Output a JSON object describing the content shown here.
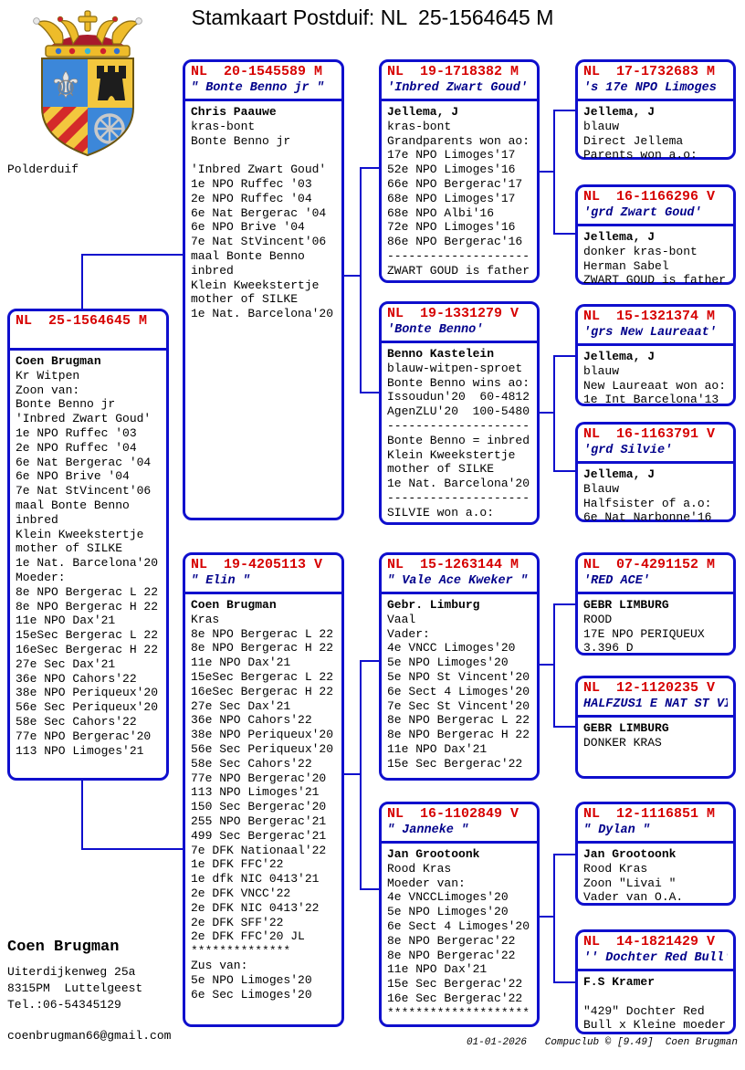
{
  "title": "Stamkaart Postduif: NL  25-1564645 M",
  "logo": {
    "caption": "Polderduif"
  },
  "owner": {
    "name": "Coen Brugman",
    "street": "Uiterdijkenweg 25a",
    "city": "8315PM  Luttelgeest",
    "phone": "Tel.:06-54345129",
    "email": "coenbrugman66@gmail.com"
  },
  "footer": "01-01-2026   Compuclub © [9.49]  Coen Brugman",
  "colors": {
    "border_blue": "#0f0fcd",
    "ring_red": "#d60000",
    "name_navy": "#00008b"
  },
  "boxes": {
    "subject": {
      "ring": "NL  25-1564645 M",
      "name": "",
      "lines": [
        "Coen Brugman",
        "Kr Witpen",
        "Zoon van:",
        "Bonte Benno jr",
        "'Inbred Zwart Goud'",
        "1e NPO Ruffec '03",
        "2e NPO Ruffec '04",
        "6e Nat Bergerac '04",
        "6e NPO Brive '04",
        "7e Nat StVincent'06",
        "maal Bonte Benno",
        "inbred",
        "Klein Kweekstertje",
        "mother of SILKE",
        "1e Nat. Barcelona'20",
        "Moeder:",
        "8e NPO Bergerac L 22",
        "8e NPO Bergerac H 22",
        "11e NPO Dax'21",
        "15eSec Bergerac L 22",
        "16eSec Bergerac H 22",
        "27e Sec Dax'21",
        "36e NPO Cahors'22",
        "38e NPO Periqueux'20",
        "56e Sec Periqueux'20",
        "58e Sec Cahors'22",
        "77e NPO Bergerac'20",
        "113 NPO Limoges'21"
      ]
    },
    "father": {
      "ring": "NL  20-1545589 M",
      "name": "\" Bonte Benno jr \"",
      "lines": [
        "Chris Paauwe",
        "kras-bont",
        "Bonte Benno jr",
        "",
        "'Inbred Zwart Goud'",
        "1e NPO Ruffec '03",
        "2e NPO Ruffec '04",
        "6e Nat Bergerac '04",
        "6e NPO Brive '04",
        "7e Nat StVincent'06",
        "maal Bonte Benno",
        "inbred",
        "Klein Kweekstertje",
        "mother of SILKE",
        "1e Nat. Barcelona'20"
      ]
    },
    "mother": {
      "ring": "NL  19-4205113 V",
      "name": "\" Elin \"",
      "lines": [
        "Coen Brugman",
        "Kras",
        "8e NPO Bergerac L 22",
        "8e NPO Bergerac H 22",
        "11e NPO Dax'21",
        "15eSec Bergerac L 22",
        "16eSec Bergerac H 22",
        "27e Sec Dax'21",
        "36e NPO Cahors'22",
        "38e NPO Periqueux'20",
        "56e Sec Periqueux'20",
        "58e Sec Cahors'22",
        "77e NPO Bergerac'20",
        "113 NPO Limoges'21",
        "150 Sec Bergerac'20",
        "255 NPO Bergerac'21",
        "499 Sec Bergerac'21",
        "7e DFK Nationaal'22",
        "1e DFK FFC'22",
        "1e dfk NIC 0413'21",
        "2e DFK VNCC'22",
        "2e DFK NIC 0413'22",
        "2e DFK SFF'22",
        "2e DFK FFC'20 JL",
        "**************",
        "Zus van:",
        "5e NPO Limoges'20",
        "6e Sec Limoges'20"
      ]
    },
    "gp1": {
      "ring": "NL  19-1718382 M",
      "name": "'Inbred Zwart Goud'",
      "lines": [
        "Jellema, J",
        "kras-bont",
        "Grandparents won ao:",
        "17e NPO Limoges'17",
        "52e NPO Limoges'16",
        "66e NPO Bergerac'17",
        "68e NPO Limoges'17",
        "68e NPO Albi'16",
        "72e NPO Limoges'16",
        "86e NPO Bergerac'16",
        "--------------------",
        "ZWART GOUD is father"
      ]
    },
    "gp2": {
      "ring": "NL  19-1331279 V",
      "name": "'Bonte Benno'",
      "lines": [
        "Benno Kastelein",
        "blauw-witpen-sproet",
        "Bonte Benno wins ao:",
        "Issoudun'20  60-4812",
        "AgenZLU'20  100-5480",
        "--------------------",
        "Bonte Benno = inbred",
        "Klein Kweekstertje",
        "mother of SILKE",
        "1e Nat. Barcelona'20",
        "--------------------",
        "SILVIE won a.o:"
      ]
    },
    "gp3": {
      "ring": "NL  15-1263144 M",
      "name": "\" Vale Ace Kweker \"",
      "lines": [
        "Gebr. Limburg",
        "Vaal",
        "Vader:",
        "4e VNCC Limoges'20",
        "5e NPO Limoges'20",
        "5e NPO St Vincent'20",
        "6e Sect 4 Limoges'20",
        "7e Sec St Vincent'20",
        "8e NPO Bergerac L 22",
        "8e NPO Bergerac H 22",
        "11e NPO Dax'21",
        "15e Sec Bergerac'22"
      ]
    },
    "gp4": {
      "ring": "NL  16-1102849 V",
      "name": "\" Janneke \"",
      "lines": [
        "Jan Grootoonk",
        "Rood Kras",
        "Moeder van:",
        "4e VNCCLimoges'20",
        "5e NPO Limoges'20",
        "6e Sect 4 Limoges'20",
        "8e NPO Bergerac'22",
        "8e NPO Bergerac'22",
        "11e NPO Dax'21",
        "15e Sec Bergerac'22",
        "16e Sec Bergerac'22",
        "********************"
      ]
    },
    "ggp1": {
      "ring": "NL  17-1732683 M",
      "name": "'s 17e NPO Limoges",
      "lines": [
        "Jellema, J",
        "blauw",
        "Direct Jellema",
        "Parents won a.o:"
      ]
    },
    "ggp2": {
      "ring": "NL  16-1166296 V",
      "name": "'grd Zwart Goud'",
      "lines": [
        "Jellema, J",
        "donker kras-bont",
        "Herman Sabel",
        "ZWART GOUD is father"
      ]
    },
    "ggp3": {
      "ring": "NL  15-1321374 M",
      "name": "'grs New Laureaat'",
      "lines": [
        "Jellema, J",
        "blauw",
        "New Laureaat won ao:",
        "1e Int Barcelona'13"
      ]
    },
    "ggp4": {
      "ring": "NL  16-1163791 V",
      "name": "'grd Silvie'",
      "lines": [
        "Jellema, J",
        "Blauw",
        "Halfsister of a.o:",
        "6e Nat Narbonne'16"
      ]
    },
    "ggp5": {
      "ring": "NL  07-4291152 M",
      "name": "'RED ACE'",
      "lines": [
        "GEBR LIMBURG",
        "ROOD",
        "17E NPO PERIQUEUX",
        "3.396 D"
      ]
    },
    "ggp6": {
      "ring": "NL  12-1120235 V",
      "name": "HALFZUS1 E NAT ST VI",
      "lines": [
        "GEBR LIMBURG",
        "DONKER KRAS"
      ]
    },
    "ggp7": {
      "ring": "NL  12-1116851 M",
      "name": "\" Dylan \"",
      "lines": [
        "Jan Grootoonk",
        "Rood Kras",
        "Zoon \"Livai \"",
        "Vader van O.A."
      ]
    },
    "ggp8": {
      "ring": "NL  14-1821429 V",
      "name": "'' Dochter Red Bull'",
      "lines": [
        "F.S Kramer",
        "",
        "\"429\" Dochter Red",
        "Bull x Kleine moeder"
      ]
    }
  }
}
